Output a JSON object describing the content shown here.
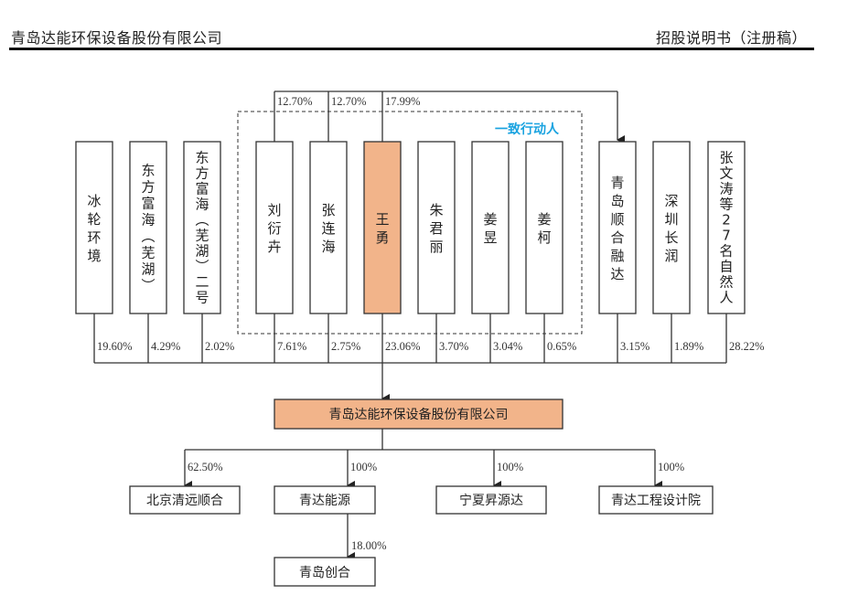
{
  "header": {
    "company": "青岛达能环保设备股份有限公司",
    "document": "招股说明书（注册稿）"
  },
  "colors": {
    "highlight_fill": "#f2b48a",
    "line": "#333333",
    "acting_label": "#1aa3e0"
  },
  "concert_group_label": "一致行动人",
  "shareholders": [
    {
      "name": "冰轮环境",
      "pct": "19.60%",
      "in_concert": false,
      "highlight": false
    },
    {
      "name": "东方富海（芜湖）",
      "pct": "4.29%",
      "in_concert": false,
      "highlight": false
    },
    {
      "name": "东方富海（芜湖）二号",
      "pct": "2.02%",
      "in_concert": false,
      "highlight": false
    },
    {
      "name": "刘衍卉",
      "pct": "7.61%",
      "in_concert": true,
      "highlight": false,
      "to_shunhe": "12.70%"
    },
    {
      "name": "张连海",
      "pct": "2.75%",
      "in_concert": true,
      "highlight": false,
      "to_shunhe": "12.70%"
    },
    {
      "name": "王勇",
      "pct": "23.06%",
      "in_concert": true,
      "highlight": true,
      "to_shunhe": "17.99%"
    },
    {
      "name": "朱君丽",
      "pct": "3.70%",
      "in_concert": true,
      "highlight": false
    },
    {
      "name": "姜昱",
      "pct": "3.04%",
      "in_concert": true,
      "highlight": false
    },
    {
      "name": "姜柯",
      "pct": "0.65%",
      "in_concert": true,
      "highlight": false
    },
    {
      "name": "青岛顺合融达",
      "pct": "3.15%",
      "in_concert": false,
      "highlight": false
    },
    {
      "name": "深圳长润",
      "pct": "1.89%",
      "in_concert": false,
      "highlight": false
    },
    {
      "name": "张文涛等27名自然人",
      "pct": "28.22%",
      "in_concert": false,
      "highlight": false
    }
  ],
  "company": {
    "name": "青岛达能环保设备股份有限公司"
  },
  "subsidiaries": [
    {
      "name": "北京清远顺合",
      "pct": "62.50%"
    },
    {
      "name": "青达能源",
      "pct": "100%"
    },
    {
      "name": "宁夏昇源达",
      "pct": "100%"
    },
    {
      "name": "青达工程设计院",
      "pct": "100%"
    }
  ],
  "sub_subsidiary": {
    "name": "青岛创合",
    "pct": "18.00%",
    "parent": "青达能源"
  }
}
